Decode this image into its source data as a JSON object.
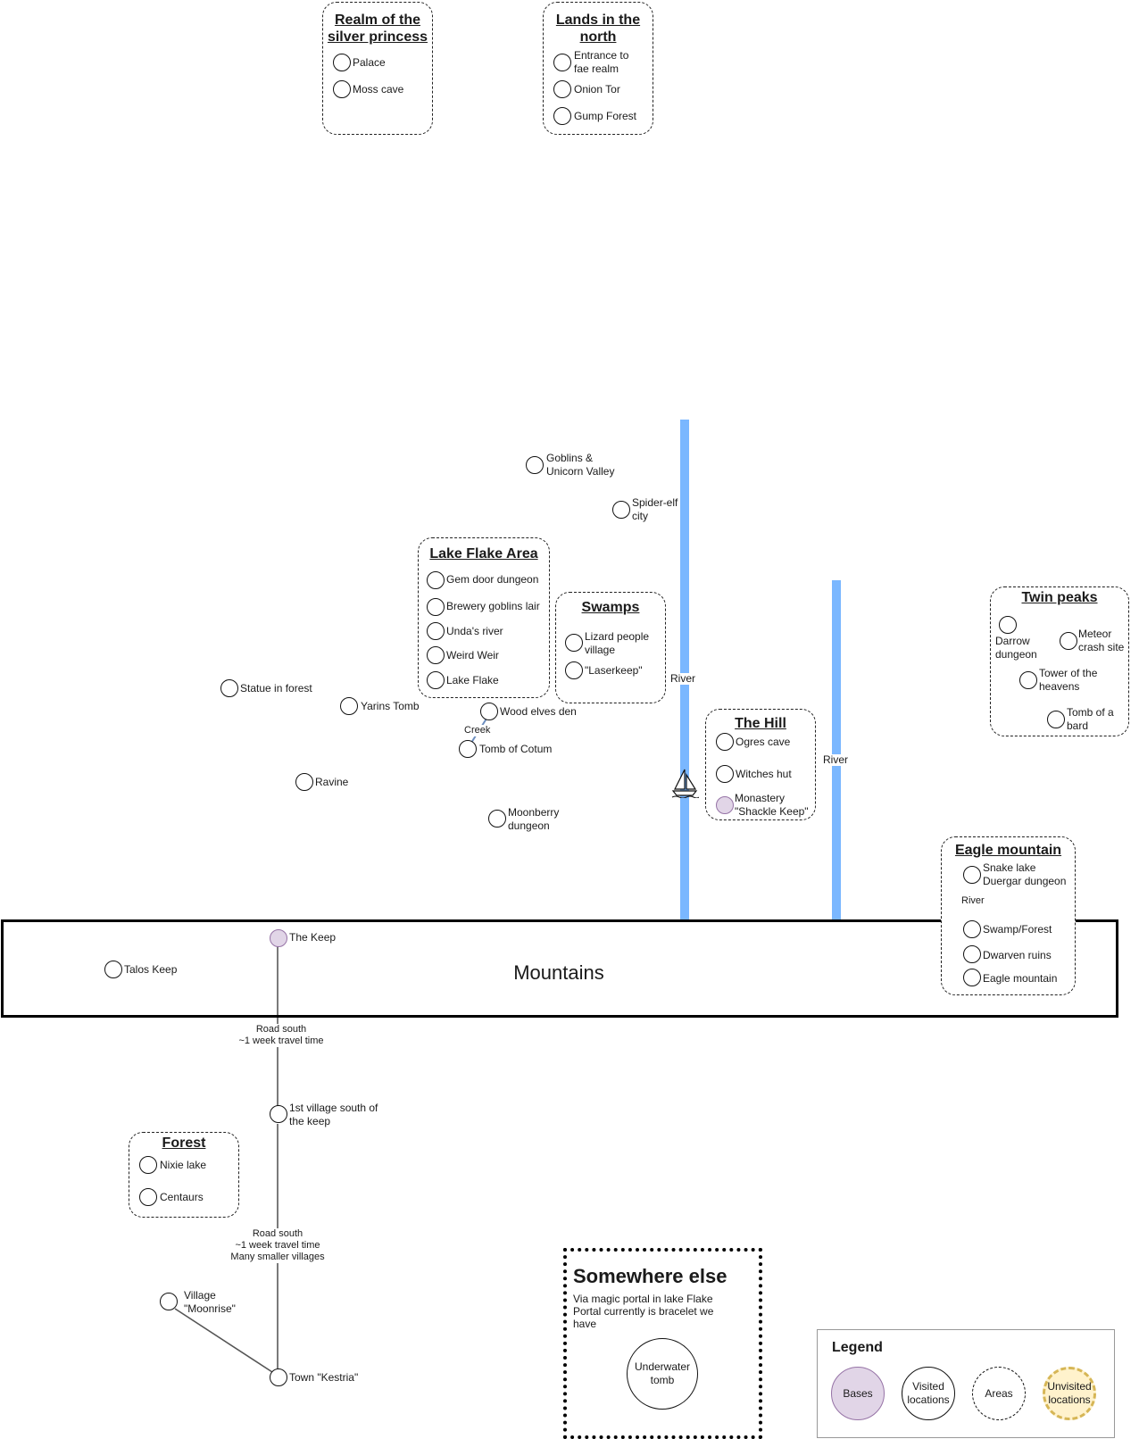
{
  "areas": {
    "realm": {
      "title": "Realm of the silver princess",
      "nodes": [
        "Palace",
        "Moss cave"
      ]
    },
    "north": {
      "title": "Lands in the north",
      "nodes": [
        "Entrance to fae realm",
        "Onion Tor",
        "Gump Forest"
      ]
    },
    "lake_flake": {
      "title": "Lake Flake Area",
      "nodes": [
        "Gem door dungeon",
        "Brewery goblins lair",
        "Unda's river",
        "Weird Weir",
        "Lake Flake"
      ]
    },
    "swamps": {
      "title": "Swamps",
      "nodes": [
        "Lizard people village",
        "\"Laserkeep\""
      ]
    },
    "hill": {
      "title": "The Hill",
      "nodes": [
        "Ogres cave",
        "Witches hut",
        "Monastery \"Shackle Keep\""
      ]
    },
    "twin_peaks": {
      "title": "Twin peaks",
      "nodes": [
        "Darrow dungeon",
        "Meteor crash site",
        "Tower of the heavens",
        "Tomb of a bard"
      ]
    },
    "eagle": {
      "title": "Eagle mountain",
      "nodes": [
        "Snake lake Duergar dungeon",
        "Swamp/Forest",
        "Dwarven ruins",
        "Eagle mountain"
      ],
      "river_label": "River"
    },
    "forest": {
      "title": "Forest",
      "nodes": [
        "Nixie lake",
        "Centaurs"
      ]
    }
  },
  "locations": {
    "goblins": "Goblins & Unicorn Valley",
    "spider": "Spider-elf city",
    "statue": "Statue in forest",
    "yarins": "Yarins Tomb",
    "wood_elves": "Wood elves den",
    "tomb_cotum": "Tomb of Cotum",
    "ravine": "Ravine",
    "moonberry": "Moonberry dungeon",
    "talos": "Talos Keep",
    "the_keep": "The Keep",
    "village1": "1st village south of the keep",
    "moonrise": "Village \"Moonrise\"",
    "kestria": "Town \"Kestria\""
  },
  "edge_labels": {
    "creek": "Creek",
    "road1": "Road south\n~1 week travel time",
    "road2": "Road south\n~1 week travel time\nMany smaller villages"
  },
  "rivers": {
    "left_label": "River",
    "right_label": "River"
  },
  "mountains": "Mountains",
  "somewhere_else": {
    "title": "Somewhere else",
    "note": "Via magic portal in lake Flake\nPortal currently is bracelet we have",
    "node": "Underwater tomb"
  },
  "legend": {
    "title": "Legend",
    "items": [
      "Bases",
      "Visited locations",
      "Areas",
      "Unvisited locations"
    ]
  },
  "colors": {
    "base_fill": "#e1d5e7",
    "base_stroke": "#9673a6",
    "river": "#7ab7ff",
    "unvisited_fill": "#fff2cc",
    "unvisited_stroke": "#d6b656"
  }
}
